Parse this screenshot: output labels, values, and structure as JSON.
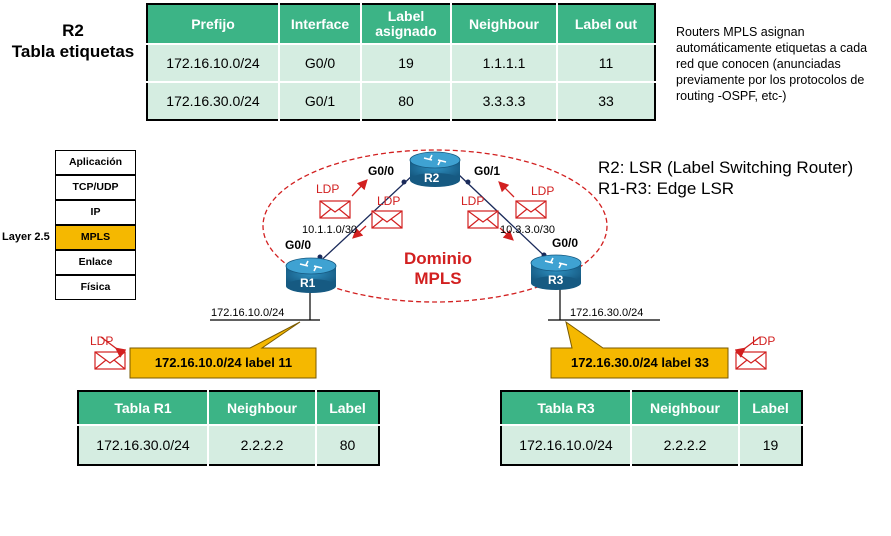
{
  "r2_title": {
    "line1": "R2",
    "line2": "Tabla etiquetas"
  },
  "r2_table": {
    "headers": [
      "Prefijo",
      "Interface",
      "Label asignado",
      "Neighbour",
      "Label out"
    ],
    "rows": [
      [
        "172.16.10.0/24",
        "G0/0",
        "19",
        "1.1.1.1",
        "11"
      ],
      [
        "172.16.30.0/24",
        "G0/1",
        "80",
        "3.3.3.3",
        "33"
      ]
    ]
  },
  "note": "Routers MPLS asignan automáticamente etiquetas a cada red que conocen (anunciadas previamente por los protocolos de routing -OSPF, etc-)",
  "lsr_info": {
    "line1": "R2: LSR (Label Switching Router)",
    "line2": "R1-R3: Edge LSR"
  },
  "layers": [
    "Aplicación",
    "TCP/UDP",
    "IP",
    "MPLS",
    "Enlace",
    "Física"
  ],
  "layer_note": "Layer 2.5",
  "routers": {
    "r1": "R1",
    "r2": "R2",
    "r3": "R3"
  },
  "interfaces": {
    "r2_left": "G0/0",
    "r2_right": "G0/1",
    "r1": "G0/0",
    "r3": "G0/0"
  },
  "links": {
    "left": "10.1.1.0/30",
    "right": "10.3.3.0/30"
  },
  "lans": {
    "r1": "172.16.10.0/24",
    "r3": "172.16.30.0/24"
  },
  "domain": {
    "line1": "Dominio",
    "line2": "MPLS"
  },
  "ldp_label": "LDP",
  "callouts": {
    "r1": "172.16.10.0/24 label 11",
    "r3": "172.16.30.0/24 label 33"
  },
  "r1_table": {
    "headers": [
      "Tabla R1",
      "Neighbour",
      "Label"
    ],
    "rows": [
      [
        "172.16.30.0/24",
        "2.2.2.2",
        "80"
      ]
    ]
  },
  "r3_table": {
    "headers": [
      "Tabla R3",
      "Neighbour",
      "Label"
    ],
    "rows": [
      [
        "172.16.10.0/24",
        "2.2.2.2",
        "19"
      ]
    ]
  },
  "colors": {
    "accent_green": "#3cb486",
    "cell_green": "#d5ede1",
    "mpls_orange": "#f5b800",
    "ldp_red": "#d22020",
    "router_blue": "#1b6f9b"
  }
}
